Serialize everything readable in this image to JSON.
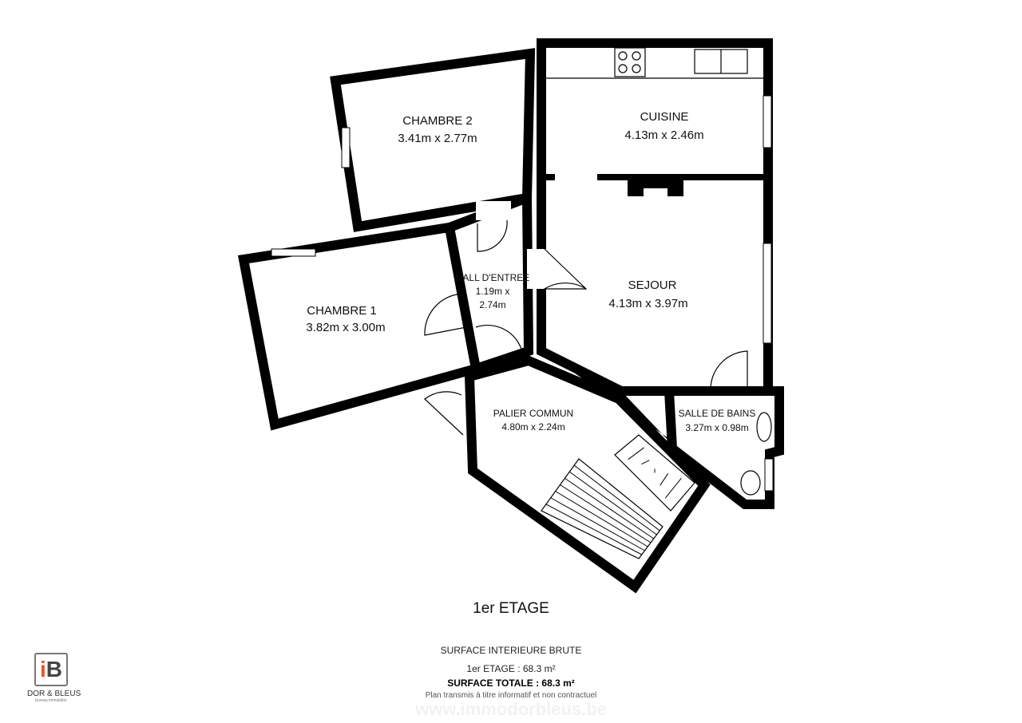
{
  "rooms": {
    "chambre2": {
      "name": "CHAMBRE 2",
      "dims": "3.41m  x 2.77m"
    },
    "cuisine": {
      "name": "CUISINE",
      "dims": "4.13m  x 2.46m"
    },
    "chambre1": {
      "name": "CHAMBRE 1",
      "dims": "3.82m x 3.00m"
    },
    "hall": {
      "name": "HALL D'ENTREE",
      "dims1": "1.19m x",
      "dims2": "2.74m"
    },
    "sejour": {
      "name": "SEJOUR",
      "dims": "4.13m  x 3.97m"
    },
    "palier": {
      "name": "PALIER COMMUN",
      "dims": "4.80m x 2.24m"
    },
    "sdb": {
      "name": "SALLE DE BAINS",
      "dims": "3.27m x 0.98m"
    }
  },
  "floor_title": "1er ETAGE",
  "summary": {
    "heading": "SURFACE INTERIEURE BRUTE",
    "floor_line": "1er ETAGE : 68.3 m²",
    "total_line": "SURFACE TOTALE :  68.3 m²",
    "disclaimer": "Plan transmis à titre informatif et non contractuel",
    "watermark": "www.immodorbleus.be"
  },
  "logo": {
    "text": "DOR & BLEUS",
    "tagline": "bureau immobilier",
    "accent": "#e8542a"
  }
}
